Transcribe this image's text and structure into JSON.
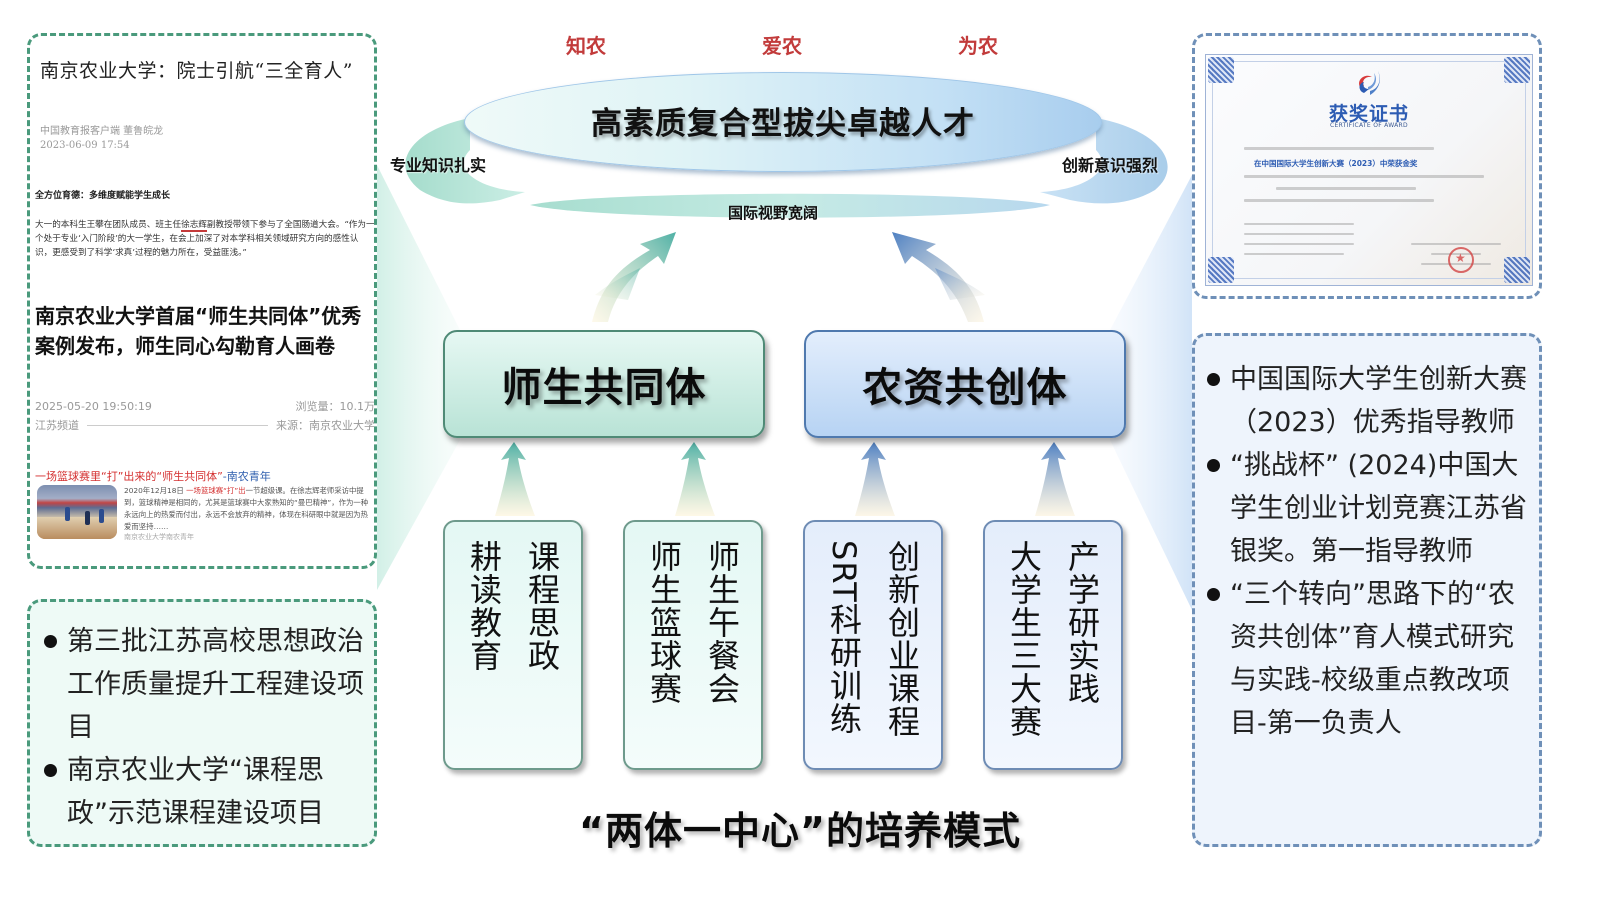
{
  "top_words": [
    "知农",
    "爱农",
    "为农"
  ],
  "goal": {
    "title": "高素质复合型拔尖卓越人才",
    "left_label": "专业知识扎实",
    "right_label": "创新意识强烈",
    "bottom_label": "国际视野宽阔"
  },
  "main_boxes": [
    {
      "label": "师生共同体",
      "theme": "green"
    },
    {
      "label": "农资共创体",
      "theme": "blue"
    }
  ],
  "sub_boxes": [
    {
      "columns": [
        "课程思政",
        "耕读教育"
      ],
      "theme": "green"
    },
    {
      "columns": [
        "师生午餐会",
        "师生篮球赛"
      ],
      "theme": "green"
    },
    {
      "columns": [
        "创新创业课程",
        "SRT科研训练"
      ],
      "theme": "blue"
    },
    {
      "columns": [
        "产学研实践",
        "大学生三大赛"
      ],
      "theme": "blue"
    }
  ],
  "bottom_title": "“两体一中心”的培养模式",
  "news_panel": {
    "article1": {
      "title": "南京农业大学：院士引航“三全育人”",
      "source": "中国教育报客户端 董鲁皖龙",
      "date": "2023-06-09 17:54",
      "subheading": "全方位育德：多维度赋能学生成长",
      "body_before": "大一的本科生王攀在团队成员、班主任",
      "body_highlight": "徐志辉",
      "body_after": "副教授带领下参与了全国肠道大会。“作为一个处于专业‘入门阶段’的大一学生，在会上加深了对本学科相关领域研究方向的感性认识，更感受到了科学‘求真’过程的魅力所在，受益匪浅。”"
    },
    "article2": {
      "title": "南京农业大学首届“师生共同体”优秀案例发布，师生同心勾勒育人画卷",
      "datetime": "2025-05-20 19:50:19",
      "views": "浏览量：10.1万",
      "channel": "江苏频道",
      "source": "来源：南京农业大学"
    },
    "article3": {
      "title_main": "一场篮球赛里“打”出来的“师生共同体”",
      "title_tail": "-南农青年",
      "date_prefix": "2020年12月18日",
      "snippet_red": "一场篮球赛“打”出",
      "snippet": "一节超级课。在徐志辉老师采访中提到，篮球精神是相同的，尤其是篮球赛中大家熟知的“曼巴精神”，作为一种永远向上的热爱而付出，永远不会放弃的精神，体现在科研眼中就是因为热爱而坚持……",
      "source": "南京农业大学南农青年"
    }
  },
  "left_bullets": [
    "第三批江苏高校思想政治工作质量提升工程建设项目",
    "南京农业大学“课程思政”示范课程建设项目"
  ],
  "certificate": {
    "title": "获奖证书",
    "subtitle": "CERTIFICATE OF AWARD",
    "award_line": "在中国国际大学生创新大赛（2023）中荣获金奖"
  },
  "right_bullets": [
    "中国国际大学生创新大赛（2023）优秀指导教师",
    "“挑战杯”  (2024)中国大学生创业计划竞赛江苏省银奖。第一指导教师",
    "“三个转向”思路下的“农资共创体”育人模式研究与实践-校级重点教改项目-第一负责人"
  ],
  "colors": {
    "accent_red": "#c23b3b",
    "green_theme": "#4f8a76",
    "blue_theme": "#4f79ae",
    "panel_green_bg": "#eefaf6",
    "panel_blue_bg": "#eef4fc"
  }
}
